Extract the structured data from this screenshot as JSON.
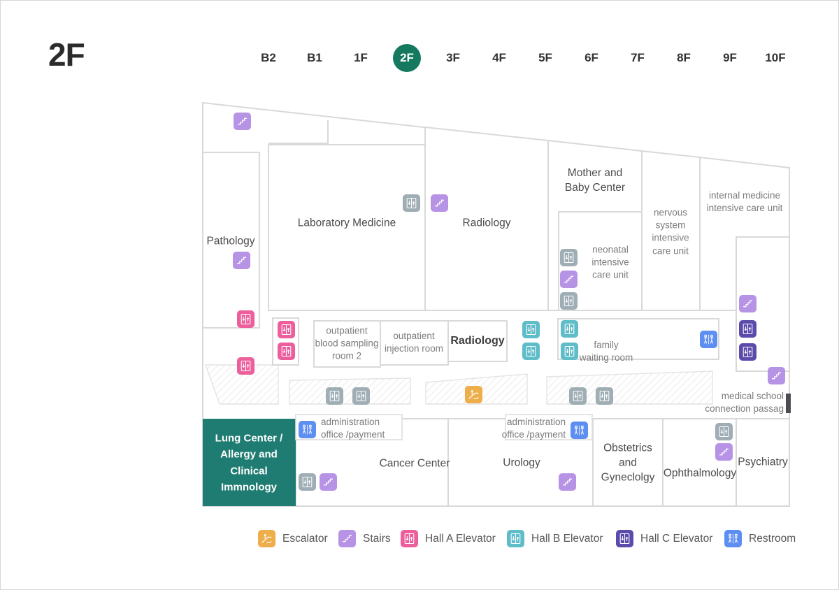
{
  "page": {
    "title": "2F"
  },
  "floor_nav": {
    "floors": [
      "B2",
      "B1",
      "1F",
      "2F",
      "3F",
      "4F",
      "5F",
      "6F",
      "7F",
      "8F",
      "9F",
      "10F"
    ],
    "active": "2F"
  },
  "rooms": {
    "pathology": "Pathology",
    "laboratory_medicine": "Laboratory Medicine",
    "radiology_main": "Radiology",
    "mother_baby": "Mother and\nBaby Center",
    "neonatal": "neonatal\nintensive\ncare unit",
    "nervous": "nervous\nsystem\nintensive\ncare unit",
    "internal": "internal medicine\nintensive care unit",
    "blood_sampling": "outpatient\nblood sampling\nroom 2",
    "injection": "outpatient\ninjection room",
    "radiology_small": "Radiology",
    "family_waiting": "family\nwaiting room",
    "medical_school": "medical school\nconnection passag",
    "lung_center": "Lung Center /\nAllergy and\nClinical\nImmnology",
    "admin_left": "administration\noffice /payment",
    "admin_right": "administration\noffice /payment",
    "cancer": "Cancer Center",
    "urology": "Urology",
    "obstetrics": "Obstetrics\nand\nGyneclolgy",
    "ophthalmology": "Ophthalmology",
    "psychiatry": "Psychiatry"
  },
  "legend": {
    "items": [
      {
        "id": "escalator",
        "label": "Escalator",
        "color": "#edae4b"
      },
      {
        "id": "stairs",
        "label": "Stairs",
        "color": "#b793e6"
      },
      {
        "id": "hall_a",
        "label": "Hall A Elevator",
        "color": "#ec5f9c"
      },
      {
        "id": "hall_b",
        "label": "Hall B Elevator",
        "color": "#5ebdc9"
      },
      {
        "id": "hall_c",
        "label": "Hall C Elevator",
        "color": "#5c4bab"
      },
      {
        "id": "restroom",
        "label": "Restroom",
        "color": "#5d8ef1"
      }
    ]
  },
  "colors": {
    "active_floor": "#15795f",
    "lung_center": "#1f7c72",
    "elevator_gray": "#9fadb4",
    "map_line": "#d9d9d9"
  }
}
